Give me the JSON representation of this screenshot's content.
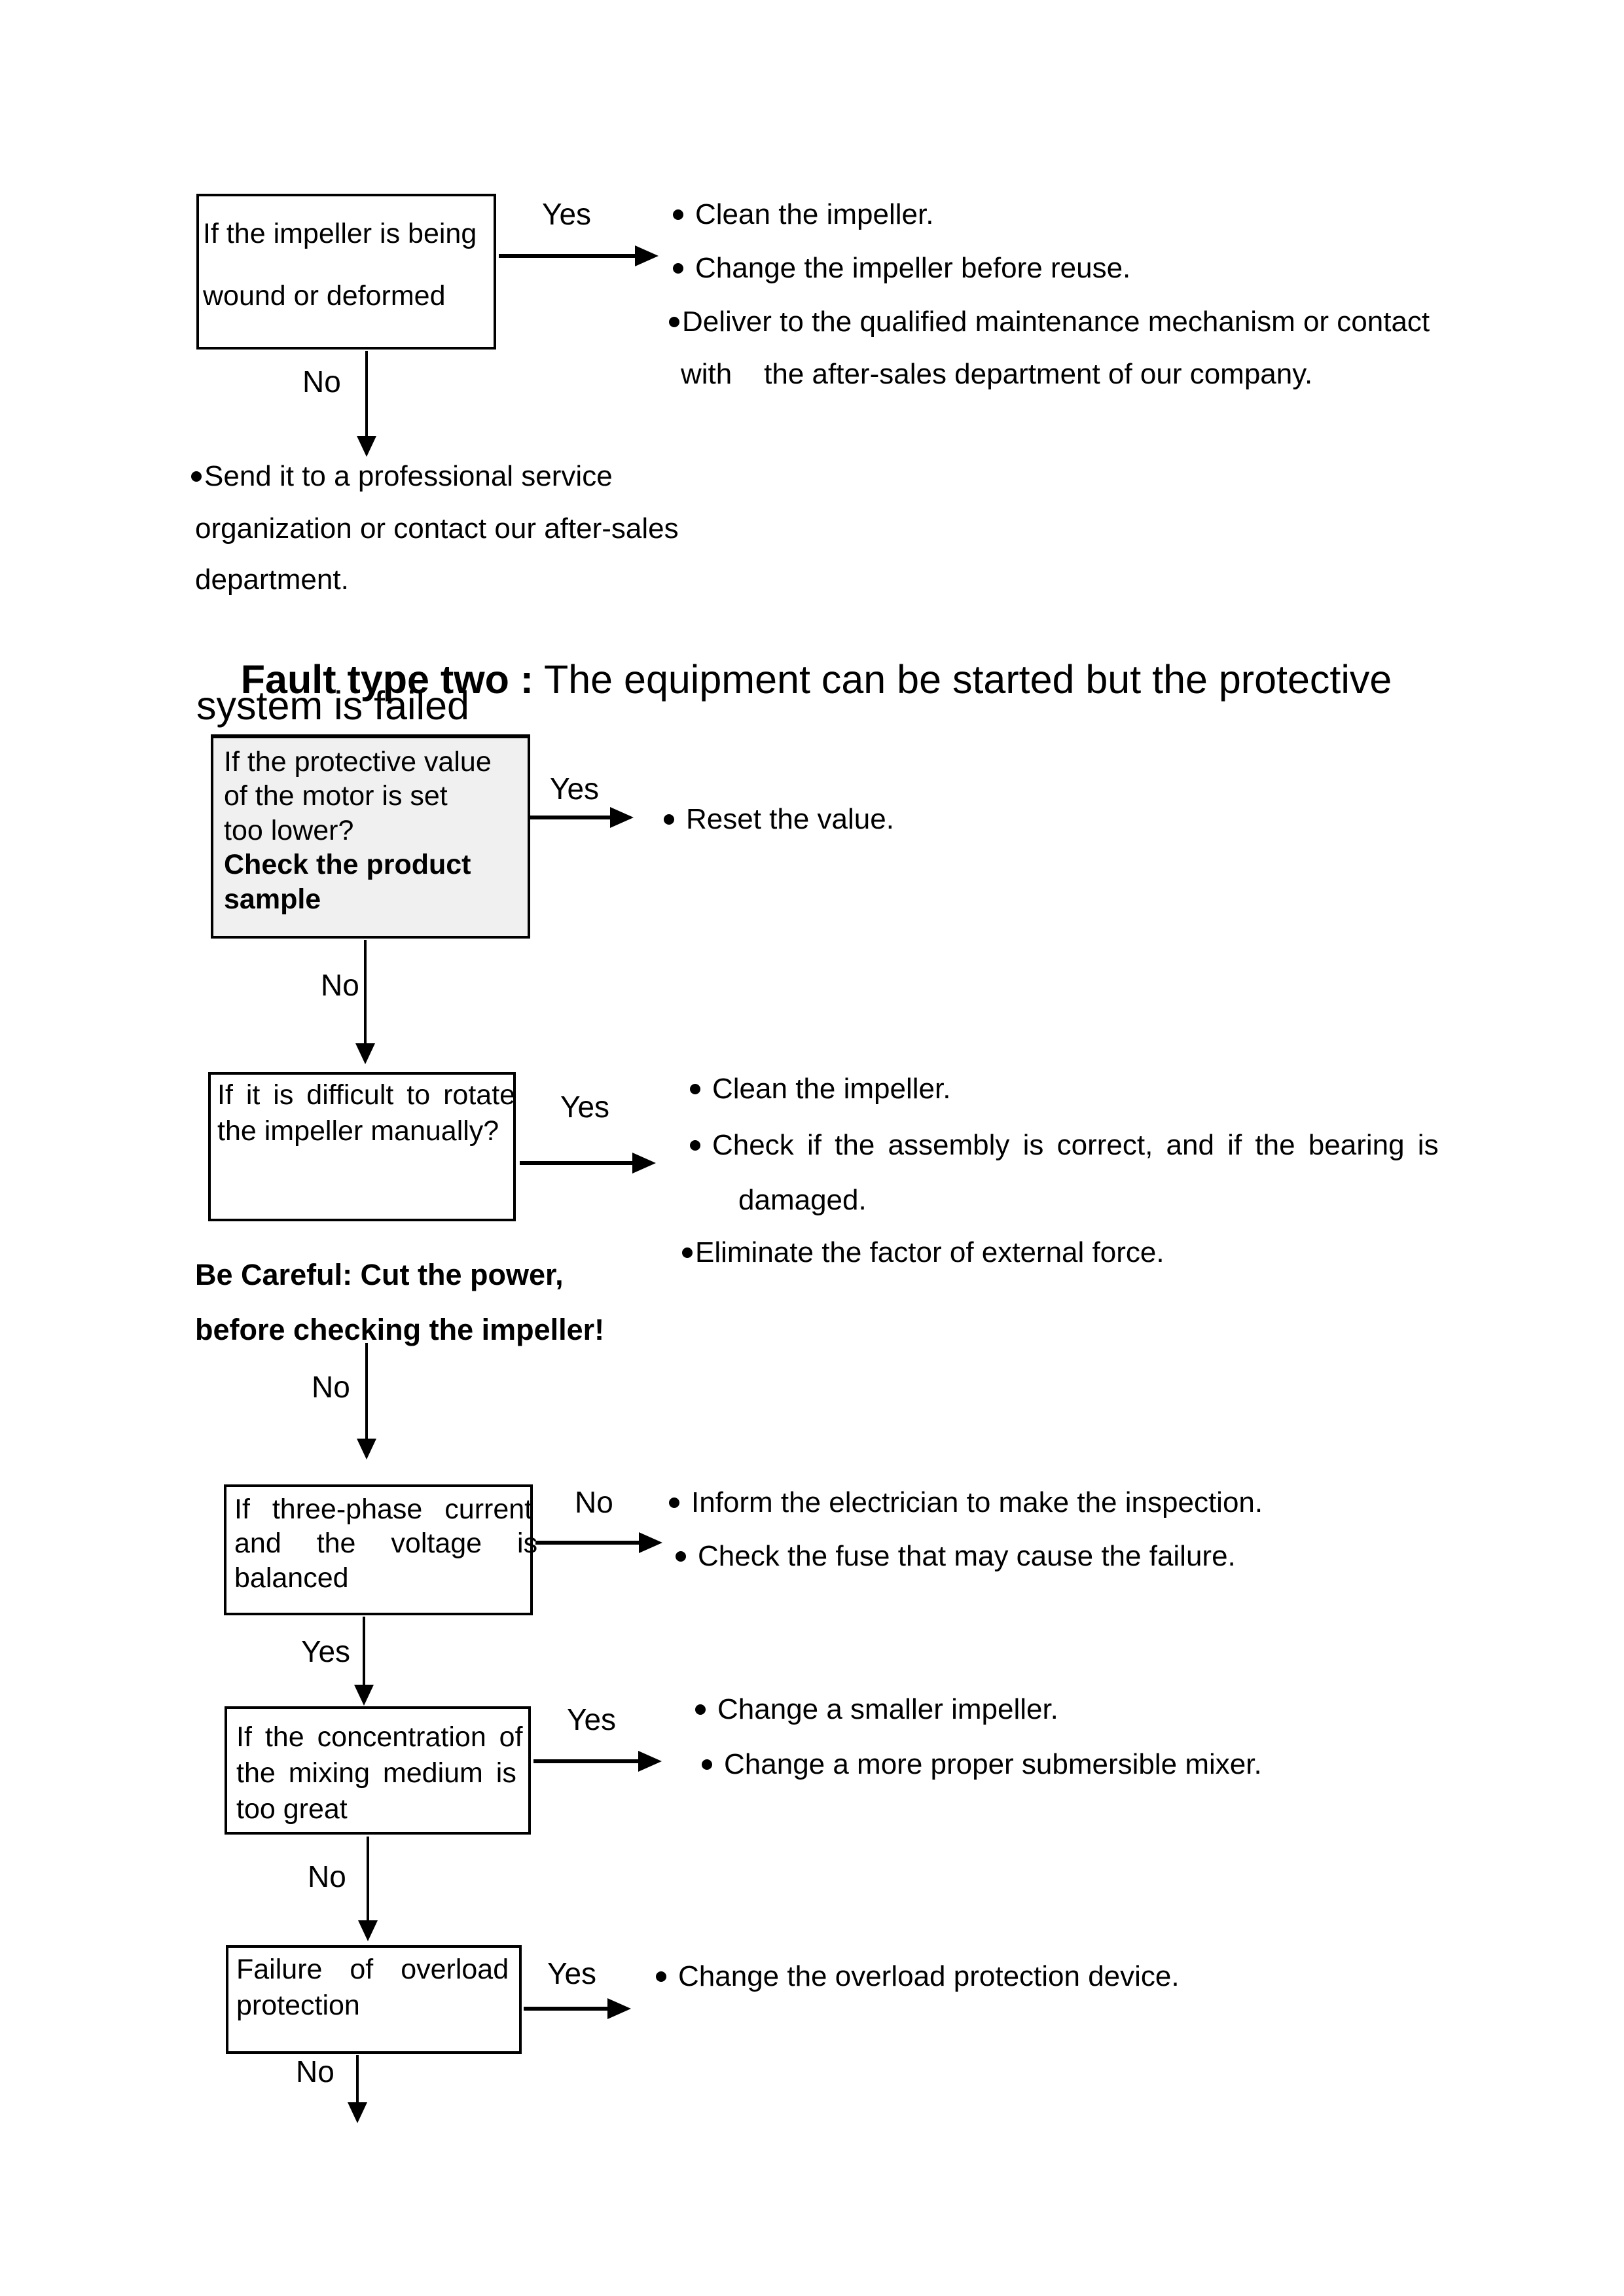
{
  "labels": {
    "yes": "Yes",
    "no": "No"
  },
  "heading": {
    "bold": "Fault type two :",
    "line1_rest": " The equipment can be started but the protective",
    "line2": "system is failed"
  },
  "colors": {
    "ink": "#000000",
    "paper": "#ffffff",
    "highlight_box_fill": "#f0f0f0"
  },
  "flow": {
    "decision1": {
      "lines": [
        "If the impeller is being",
        "wound or deformed"
      ],
      "yes_outcomes": {
        "r1": "Clean the impeller.",
        "r2": "Change the impeller before reuse.",
        "r3": "Deliver to the qualified maintenance mechanism or contact",
        "r4": "with    the after-sales department of our company."
      },
      "no_outcome": {
        "l1": "Send it to a professional service",
        "l2": "organization or contact our after-sales",
        "l3": "department."
      }
    },
    "decision2": {
      "lines": [
        "If the protective value",
        "of the motor is set",
        "too lower?"
      ],
      "bold_lines": [
        "Check the product",
        "sample"
      ],
      "yes_outcomes": {
        "r1": "Reset the value."
      }
    },
    "decision3": {
      "lines": [
        "If it is difficult to rotate",
        "the impeller manually?"
      ],
      "yes_outcomes": {
        "r1": "Clean the impeller.",
        "r2": "Check if the assembly is correct, and if the bearing is",
        "r2b": "damaged.",
        "r3": "Eliminate the factor of external force."
      },
      "caution": [
        "Be Careful: Cut the power,",
        "before checking the impeller!"
      ]
    },
    "decision4": {
      "lines": [
        "If three-phase current",
        "and the voltage is",
        "balanced"
      ],
      "no_outcomes": {
        "r1": "Inform the electrician to make the inspection.",
        "r2": "Check the fuse that may cause the failure."
      }
    },
    "decision5": {
      "lines": [
        "If the concentration of",
        "the mixing medium is",
        "too great"
      ],
      "yes_outcomes": {
        "r1": "Change a smaller impeller.",
        "r2": "Change a more proper submersible mixer."
      }
    },
    "decision6": {
      "lines": [
        "Failure of overload",
        "protection"
      ],
      "yes_outcomes": {
        "r1": "Change the overload protection device."
      }
    }
  }
}
